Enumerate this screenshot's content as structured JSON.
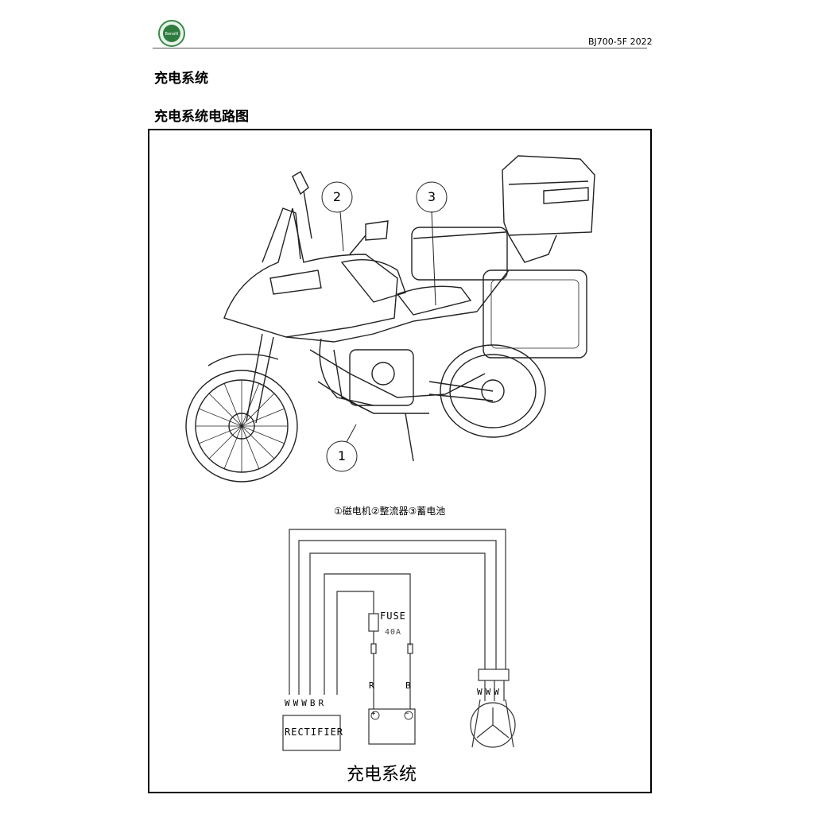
{
  "header": {
    "logo_name": "Benelli",
    "doc_code": "BJ700-5F  2022"
  },
  "section": {
    "title": "充电系统",
    "subtitle": "充电系统电路图"
  },
  "figure": {
    "callouts": [
      "1",
      "2",
      "3"
    ],
    "caption": "①磁电机②整流器③蓄电池"
  },
  "diagram": {
    "rectifier_wires": "WWWBR",
    "rectifier_label": "RECTIFIER",
    "fuse_label": "FUSE",
    "fuse_rating": "40A",
    "battery_wire_left": "R",
    "battery_wire_right": "B",
    "battery_plus": "+",
    "battery_minus": "−",
    "magneto_wires": "WWW",
    "title": "充电系统"
  },
  "icons": [
    "benelli-logo-icon",
    "motorcycle-illustration",
    "wiring-diagram"
  ]
}
